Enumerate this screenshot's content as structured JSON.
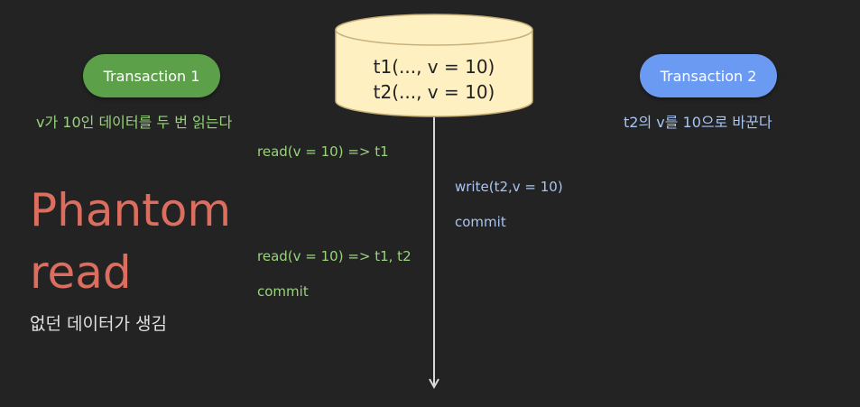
{
  "database": {
    "rows": [
      "t1(..., v = 10)",
      "t2(..., v = 10)"
    ]
  },
  "transaction1": {
    "label": "Transaction 1",
    "description": "v가 10인 데이터를 두 번 읽는다",
    "ops": {
      "read1": "read(v = 10) => t1",
      "read2": "read(v = 10) => t1, t2",
      "commit": "commit"
    }
  },
  "transaction2": {
    "label": "Transaction 2",
    "description": "t2의 v를 10으로 바꾼다",
    "ops": {
      "write": "write(t2,v = 10)",
      "commit": "commit"
    }
  },
  "phenomenon": {
    "title_line1": "Phantom",
    "title_line2": "read",
    "subtitle": "없던 데이터가 생김"
  },
  "colors": {
    "background": "#232323",
    "transaction1": "#5da04a",
    "transaction2": "#6b9af2",
    "database": "#fff0c2",
    "title": "#db6e5f"
  }
}
